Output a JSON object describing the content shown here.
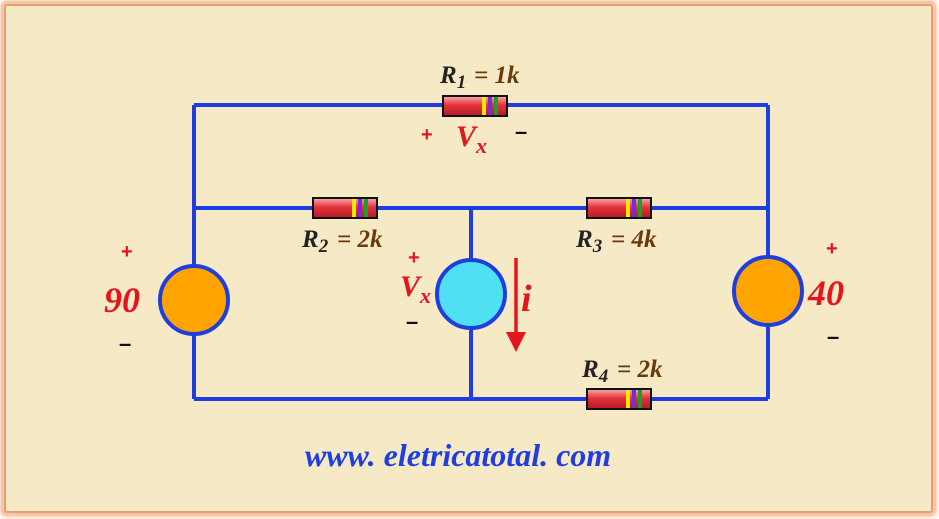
{
  "colors": {
    "wire": "#1f3ee0",
    "resistor_body": "#e5343c",
    "source_dependent": "#4fe0f4",
    "source_independent": "#ffa400",
    "label_red": "#e8141b",
    "label_value": "#6b3a0a",
    "background": "#f6e9c5"
  },
  "resistors": {
    "r1": {
      "name": "R",
      "sub": "1",
      "value": "= 1k"
    },
    "r2": {
      "name": "R",
      "sub": "2",
      "value": "= 2k"
    },
    "r3": {
      "name": "R",
      "sub": "3",
      "value": "= 4k"
    },
    "r4": {
      "name": "R",
      "sub": "4",
      "value": "= 2k"
    }
  },
  "vx_top": {
    "plus": "+",
    "name": "V",
    "sub": "x",
    "minus": "–"
  },
  "vx_dep": {
    "plus": "+",
    "name": "V",
    "sub": "x",
    "minus": "–"
  },
  "current": {
    "label": "i"
  },
  "source_left": {
    "plus": "+",
    "value": "90",
    "minus": "–"
  },
  "source_right": {
    "plus": "+",
    "value": "40",
    "minus": "–"
  },
  "footer": {
    "url": "www. eletricatotal. com"
  }
}
